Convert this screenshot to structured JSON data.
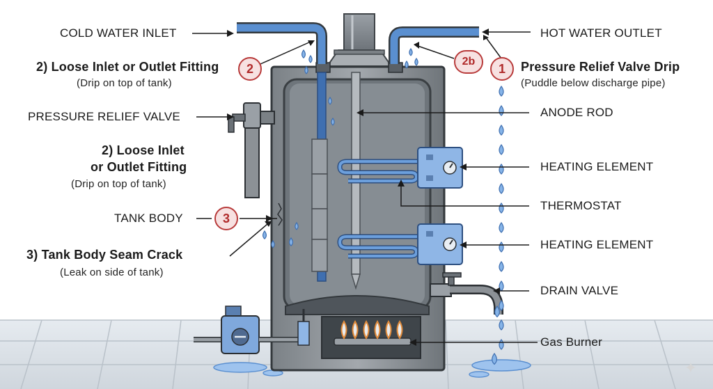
{
  "labels": {
    "cold_water_inlet": "COLD WATER INLET",
    "hot_water_outlet": "HOT WATER OUTLET",
    "fitting_2_title": "2) Loose Inlet or Outlet Fitting",
    "fitting_2_sub": "(Drip on top of tank)",
    "relief_drip_title": "Pressure Relief Valve Drip",
    "relief_drip_sub": "(Puddle below discharge pipe)",
    "pressure_relief_valve": "PRESSURE RELIEF VALVE",
    "anode_rod": "ANODE ROD",
    "fitting_2b_line1": "2) Loose Inlet",
    "fitting_2b_line2": "or Outlet Fitting",
    "fitting_2b_sub": "(Drip on top of tank)",
    "heating_element_upper": "HEATING ELEMENT",
    "thermostat": "THERMOSTAT",
    "tank_body": "TANK BODY",
    "heating_element_lower": "HEATING ELEMENT",
    "seam_crack_title": "3) Tank Body Seam Crack",
    "seam_crack_sub": "(Leak on side of tank)",
    "drain_valve": "DRAIN VALVE",
    "gas_burner": "Gas Burner"
  },
  "badges": {
    "badge_2": "2",
    "badge_2b": "2b",
    "badge_1": "1",
    "badge_3": "3"
  },
  "colors": {
    "tank_gray": "#8c9196",
    "tank_dark": "#4f555b",
    "water_blue": "#4a7fc1",
    "pipe_blue": "#5a8fd0",
    "drop_blue": "#86b4e8",
    "badge_red": "#b83a3a",
    "flame_orange": "#e08a3a"
  }
}
